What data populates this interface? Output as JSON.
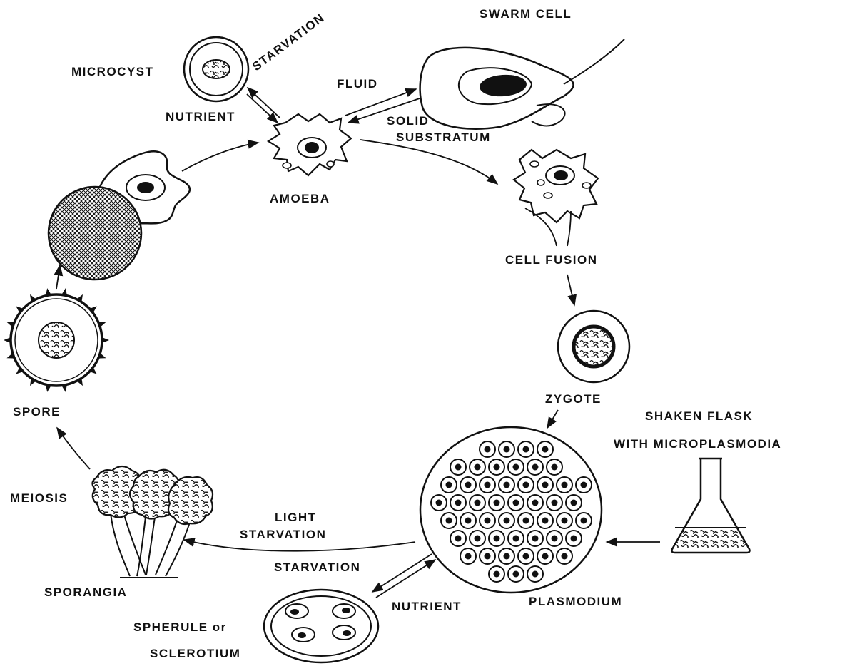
{
  "labels": {
    "microcyst": "MICROCYST",
    "starvation_top": "STARVATION",
    "swarm_cell": "SWARM CELL",
    "fluid": "FLUID",
    "nutrient_top": "NUTRIENT",
    "solid": "SOLID",
    "substratum": "SUBSTRATUM",
    "amoeba": "AMOEBA",
    "cell_fusion": "CELL FUSION",
    "zygote": "ZYGOTE",
    "shaken_flask": "SHAKEN FLASK",
    "with_microplasmodia": "WITH MICROPLASMODIA",
    "spore": "SPORE",
    "meiosis": "MEIOSIS",
    "light": "LIGHT",
    "starvation_light": "STARVATION",
    "starvation_bottom": "STARVATION",
    "sporangia": "SPORANGIA",
    "nutrient_bottom": "NUTRIENT",
    "plasmodium": "PLASMODIUM",
    "spherule_or": "SPHERULE or",
    "sclerotium": "SCLEROTIUM"
  }
}
